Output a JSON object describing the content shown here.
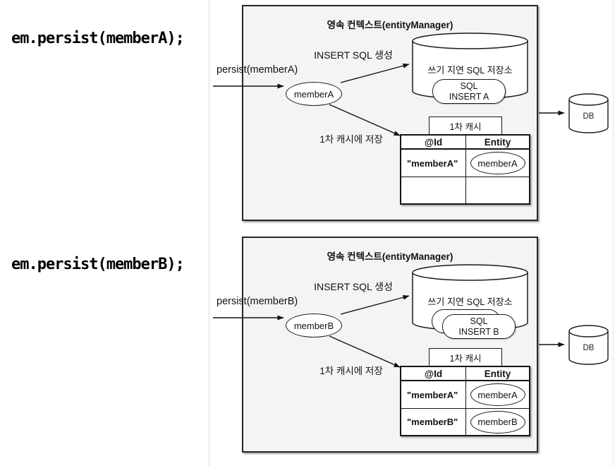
{
  "colors": {
    "box_fill": "#f4f4f4",
    "stroke": "#1a1a1a",
    "background": "#ffffff"
  },
  "code_lines": [
    {
      "text": "em.persist(memberA);"
    },
    {
      "text": "em.persist(memberB);"
    }
  ],
  "diagrams": [
    {
      "title": "영속 컨텍스트(entityManager)",
      "persist_label": "persist(memberA)",
      "entity_ellipse": "memberA",
      "insert_sql_label": "INSERT SQL 생성",
      "storage_label": "쓰기 지연 SQL 저장소",
      "sql_note": {
        "line1": "SQL",
        "line2": "INSERT A"
      },
      "cache_tab": "1차 캐시",
      "cache_save_label": "1차 캐시에 저장",
      "table": {
        "headers": {
          "id": "@Id",
          "entity": "Entity"
        },
        "rows": [
          {
            "id": "\"memberA\"",
            "entity": "memberA"
          },
          {
            "id": "",
            "entity": ""
          }
        ]
      },
      "db_label": "DB"
    },
    {
      "title": "영속 컨텍스트(entityManager)",
      "persist_label": "persist(memberB)",
      "entity_ellipse": "memberB",
      "insert_sql_label": "INSERT SQL 생성",
      "storage_label": "쓰기 지연 SQL 저장소",
      "sql_note": {
        "line1": "SQL",
        "line2": "INSERT B"
      },
      "cache_tab": "1차 캐시",
      "cache_save_label": "1차 캐시에 저장",
      "table": {
        "headers": {
          "id": "@Id",
          "entity": "Entity"
        },
        "rows": [
          {
            "id": "\"memberA\"",
            "entity": "memberA"
          },
          {
            "id": "\"memberB\"",
            "entity": "memberB"
          }
        ]
      },
      "db_label": "DB"
    }
  ]
}
